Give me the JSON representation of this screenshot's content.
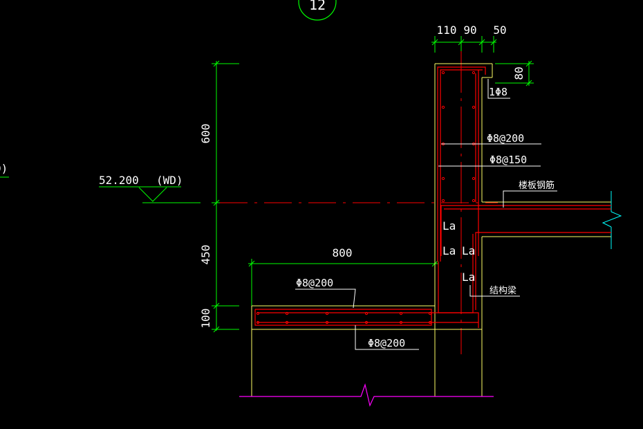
{
  "axis_bubble": "12",
  "left_fragment": "D)",
  "dims_top": [
    "110",
    "90",
    "50"
  ],
  "dim_80": "80",
  "dim_600": "600",
  "dim_450": "450",
  "dim_100": "100",
  "dim_800": "800",
  "elevation": "52.200",
  "elevation_tag": "(WD)",
  "rebar_1phi8": "1Φ8",
  "rebar_phi8_200_a": "Φ8@200",
  "rebar_phi8_150": "Φ8@150",
  "label_slab_rebar": "楼板钢筋",
  "label_structural_beam": "结构梁",
  "rebar_phi8_200_b": "Φ8@200",
  "rebar_phi8_200_c": "Φ8@200",
  "la": "La",
  "colors": {
    "dimension": "#00ff00",
    "rebar": "#ff0000",
    "concrete": "#ffff66",
    "leader": "#ffffff",
    "ground": "#ff00ff",
    "background": "#000000"
  }
}
